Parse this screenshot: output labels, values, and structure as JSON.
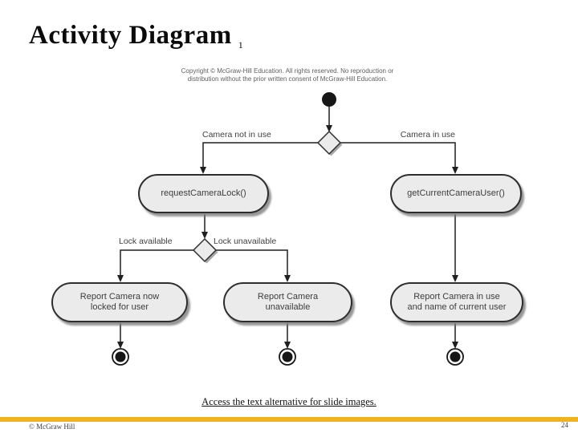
{
  "slide": {
    "title": "Activity Diagram",
    "title_sub": "1",
    "copyright_line1": "Copyright © McGraw-Hill Education. All rights reserved. No reproduction or",
    "copyright_line2": "distribution without the prior written consent of McGraw-Hill Education.",
    "alt_link": "Access the text alternative for slide images.",
    "footer_left": "© McGraw Hill",
    "page_number": "24"
  },
  "diagram": {
    "nodes": {
      "request_camera_lock": "requestCameraLock()",
      "get_current_camera_user": "getCurrentCameraUser()",
      "report_locked": [
        "Report Camera now",
        "locked for user"
      ],
      "report_unavailable": [
        "Report Camera",
        "unavailable"
      ],
      "report_in_use": [
        "Report Camera in use",
        "and name of current user"
      ]
    },
    "edge_labels": {
      "camera_not_in_use": "Camera not in use",
      "camera_in_use": "Camera in use",
      "lock_available": "Lock available",
      "lock_unavailable": "Lock unavailable"
    }
  },
  "colors": {
    "accent_gold": "#edb422",
    "node_fill": "#ebebeb",
    "node_border": "#2e2e2e",
    "line_color": "#1f1f1f",
    "shadow_gray": "#a8a8a8"
  }
}
